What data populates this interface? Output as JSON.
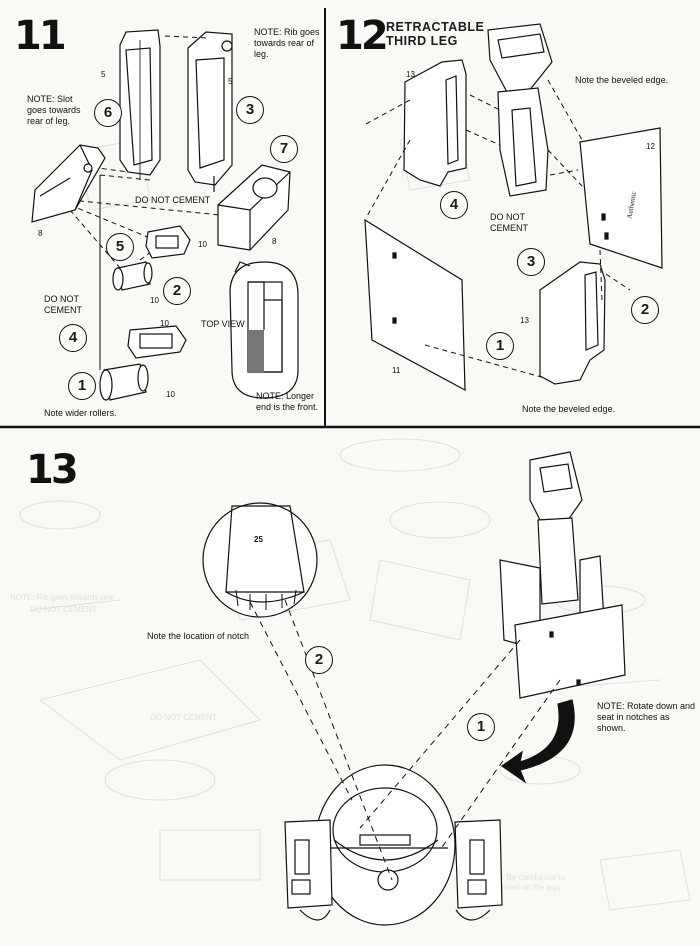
{
  "steps": {
    "s11": {
      "number": "11",
      "notes": {
        "rib": "NOTE: Rib goes towards rear of leg.",
        "slot": "NOTE: Slot goes towards rear of leg.",
        "do_not_cement_a": "DO NOT CEMENT",
        "do_not_cement_b": "DO NOT CEMENT",
        "top_view": "TOP VIEW",
        "longer_end": "NOTE: Longer end is the front.",
        "wider_rollers": "Note wider rollers."
      },
      "callouts": [
        "6",
        "3",
        "7",
        "5",
        "2",
        "4",
        "1"
      ],
      "part_numbers": [
        "5",
        "5",
        "8",
        "8",
        "10",
        "10",
        "10",
        "10"
      ]
    },
    "s12": {
      "number": "12",
      "title": "RETRACTABLE THIRD LEG",
      "notes": {
        "beveled_top": "Note the beveled edge.",
        "beveled_bottom": "Note the beveled edge.",
        "do_not_cement": "DO NOT CEMENT"
      },
      "callouts": [
        "4",
        "3",
        "2",
        "1"
      ],
      "part_numbers": [
        "13",
        "12",
        "13",
        "11"
      ]
    },
    "s13": {
      "number": "13",
      "notes": {
        "notch": "Note the location of notch",
        "rotate": "NOTE: Rotate down and seat in notches as shown."
      },
      "callouts": [
        "2",
        "1"
      ],
      "part_numbers": [
        "25"
      ]
    }
  },
  "colors": {
    "ink": "#111111",
    "paper": "#f9f9f5",
    "ghost": "#8c8c8c"
  }
}
